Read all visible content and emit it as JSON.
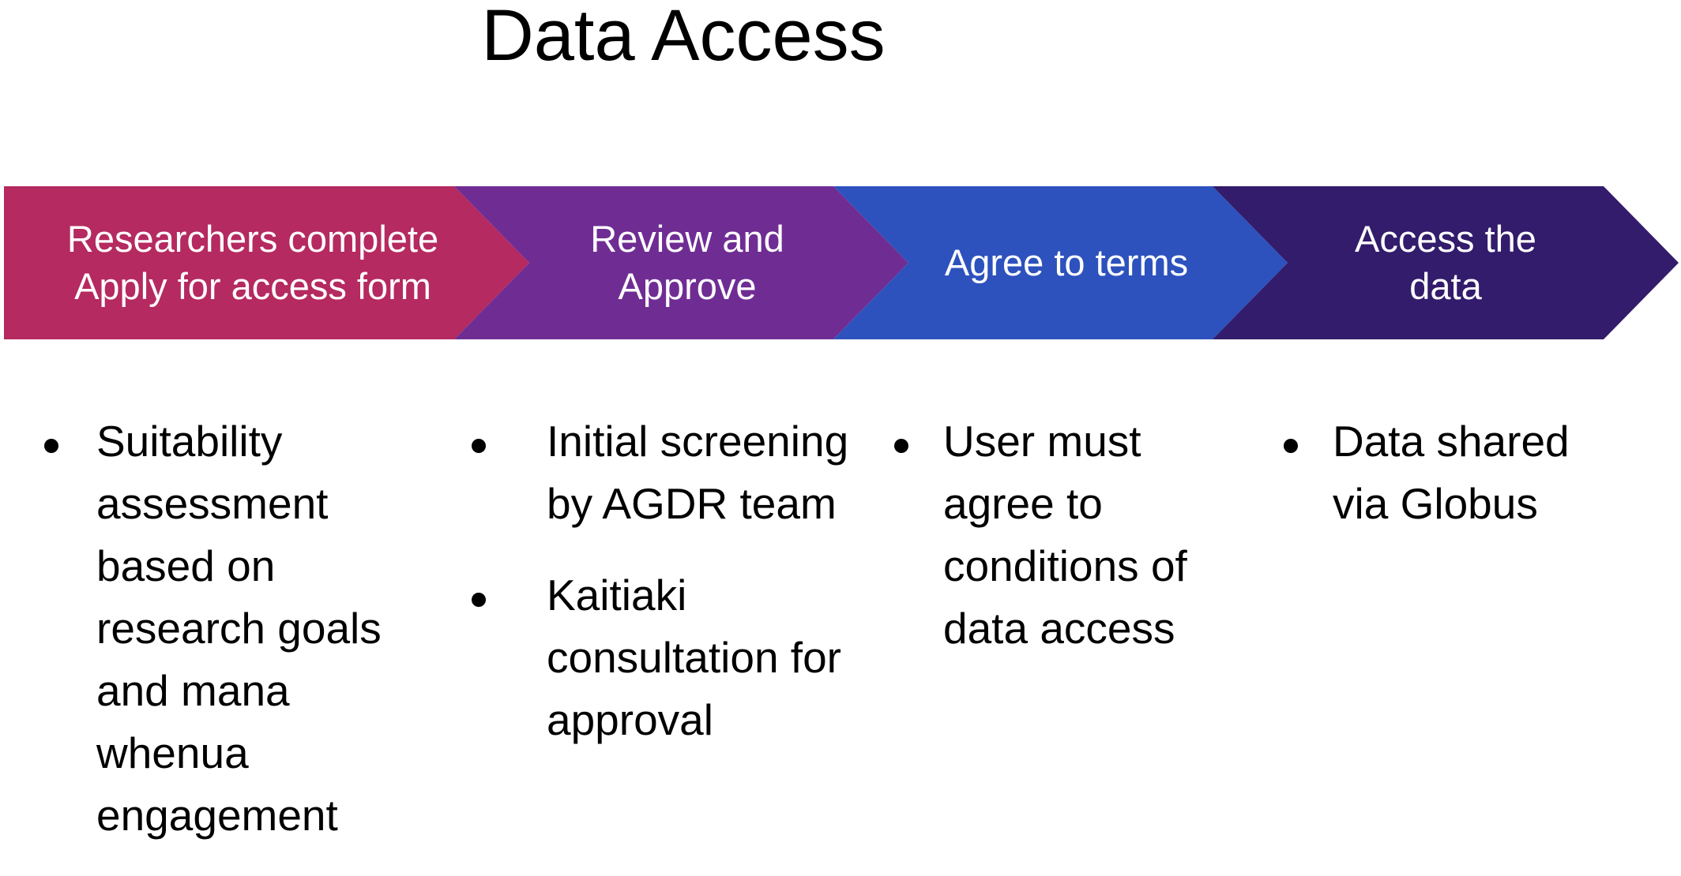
{
  "title": "Data Access",
  "colors": {
    "step1": "#b52a60",
    "step2": "#6f2d94",
    "step3": "#2d52bd",
    "step4": "#331c6b"
  },
  "steps": [
    {
      "label": "Researchers complete\nApply for access form",
      "bullets": [
        "Suitability\nassessment\nbased on\nresearch goals\nand mana\nwhenua\nengagement"
      ]
    },
    {
      "label": "Review and\nApprove",
      "bullets": [
        "Initial screening\nby AGDR team",
        "Kaitiaki\nconsultation for\napproval"
      ]
    },
    {
      "label": "Agree to terms",
      "bullets": [
        "User must\nagree to\nconditions of\ndata access"
      ]
    },
    {
      "label": "Access the\ndata",
      "bullets": [
        "Data shared\nvia Globus"
      ]
    }
  ]
}
